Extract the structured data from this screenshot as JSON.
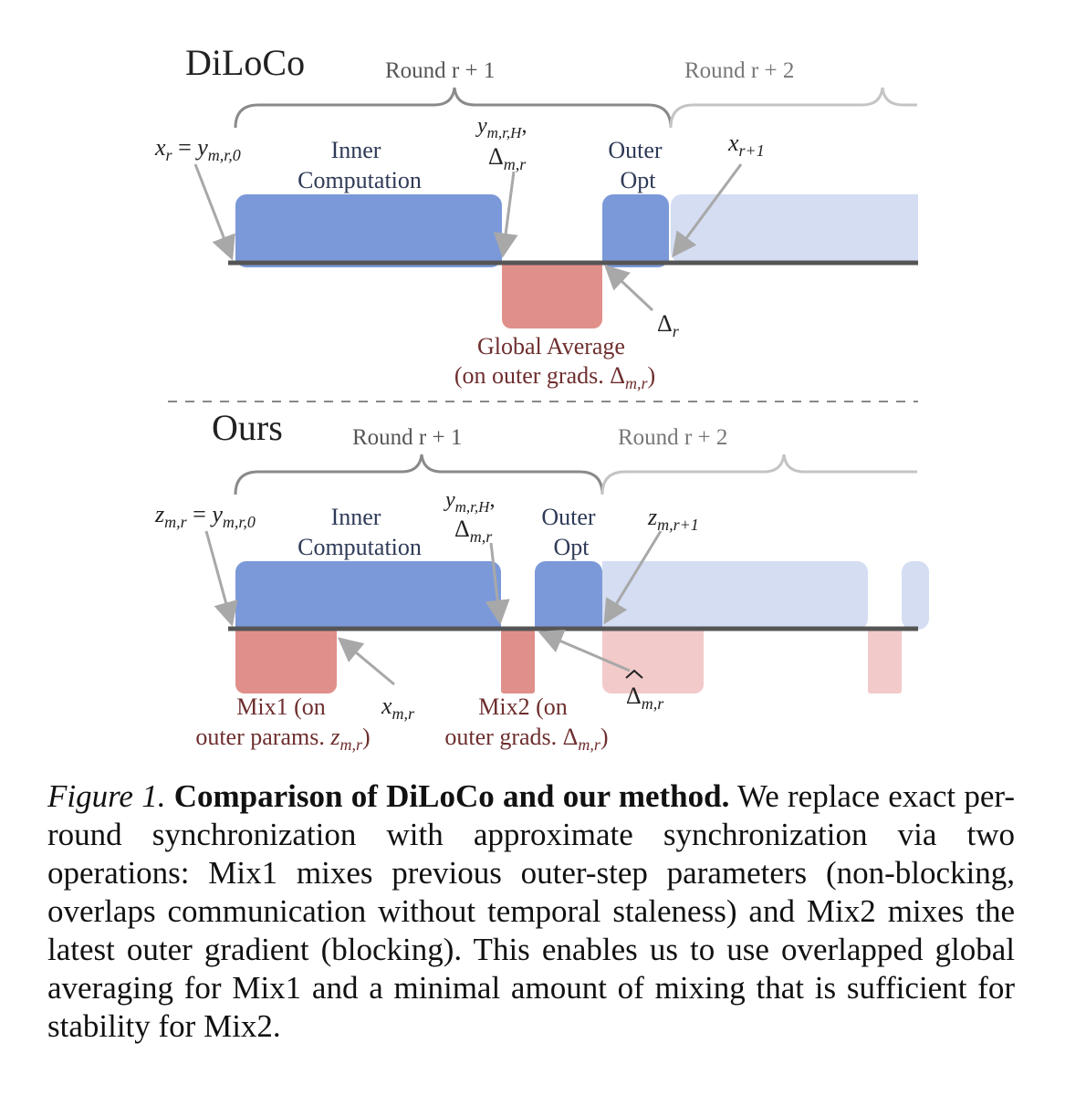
{
  "diloco": {
    "title": "DiLoCo",
    "round1": "Round r + 1",
    "round2": "Round r + 2",
    "x_r": "x_r = y_{m,r,0}",
    "inner_line1": "Inner",
    "inner_line2": "Computation",
    "y_line1": "y_{m,r,H},",
    "y_line2": "Δ_{m,r}",
    "outer_line1": "Outer",
    "outer_line2": "Opt",
    "x_r1": "x_{r+1}",
    "delta_r": "Δ_r",
    "global_line1": "Global Average",
    "global_line2": "(on outer grads. Δ_{m,r})"
  },
  "ours": {
    "title": "Ours",
    "round1": "Round r + 1",
    "round2": "Round r + 2",
    "z_r": "z_{m,r} = y_{m,r,0}",
    "inner_line1": "Inner",
    "inner_line2": "Computation",
    "y_line1": "y_{m,r,H},",
    "y_line2": "Δ_{m,r}",
    "outer_line1": "Outer",
    "outer_line2": "Opt",
    "z_r1": "z_{m,r+1}",
    "x_mr": "x_{m,r}",
    "delta_hat": "Δ̂_{m,r}",
    "mix1_line1": "Mix1 (on",
    "mix1_line2": "outer params. z_{m,r})",
    "mix2_line1": "Mix2 (on",
    "mix2_line2": "outer grads. Δ_{m,r})"
  },
  "caption": {
    "label": "Figure 1.",
    "title": "Comparison of DiLoCo and our method.",
    "body": "We replace exact per-round synchronization with approximate synchronization via two operations: Mix1 mixes previous outer-step parameters (non-blocking, overlaps communication without temporal staleness) and Mix2 mixes the latest outer gradient (blocking). This enables us to use overlapped global averaging for Mix1 and a minimal amount of mixing that is sufficient for stability for Mix2."
  },
  "colors": {
    "compute_blue": "#7b99d9",
    "compute_blue_faded": "#d4ddf2",
    "comm_red": "#e0908a",
    "comm_red_faded": "#f2caca",
    "label_red": "#6e2e2e",
    "timeline": "#555555",
    "brace": "#8a8a8a",
    "brace_faded": "#c4c4c4"
  }
}
